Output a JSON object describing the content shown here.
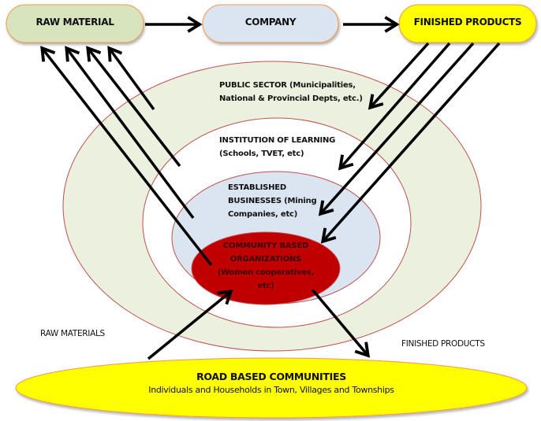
{
  "top_boxes": {
    "raw_material": {
      "label": "RAW MATERIAL",
      "fill": "#d7e4bd",
      "stroke": "#f79646"
    },
    "company": {
      "label": "COMPANY",
      "fill": "#dbe5f1",
      "stroke": "#f79646"
    },
    "finished_products": {
      "label": "FINISHED PRODUCTS",
      "fill": "#ffff00",
      "stroke": "#f79646"
    }
  },
  "rings": {
    "public_sector": {
      "line1": "PUBLIC SECTOR (Municipalities,",
      "line2": "National & Provincial Depts, etc.)",
      "fill": "#ebf1de",
      "stroke": "#c0504d"
    },
    "institution": {
      "line1": "INSTITUTION OF LEARNING",
      "line2": "(Schools, TVET, etc)",
      "fill": "#ffffff",
      "stroke": "#c0504d"
    },
    "established": {
      "line1": "ESTABLISHED",
      "line2": "BUSINESSES (Mining",
      "line3": "Companies, etc)",
      "fill": "#dbe5f1",
      "stroke": "#c0504d"
    },
    "community": {
      "line1": "COMMUNITY BASED",
      "line2": "ORGANIZATIONS",
      "line3": "(Women cooperatives,",
      "line4": "etc)",
      "fill": "#c00000",
      "stroke": "#c0504d"
    }
  },
  "side_labels": {
    "raw_materials": "RAW MATERIALS",
    "finished_products": "FINISHED PRODUCTS"
  },
  "bottom": {
    "title": "ROAD BASED COMMUNITIES",
    "subtitle": "Individuals and Households in Town, Villages and Townships",
    "fill": "#ffff00",
    "stroke": "#f79646"
  }
}
